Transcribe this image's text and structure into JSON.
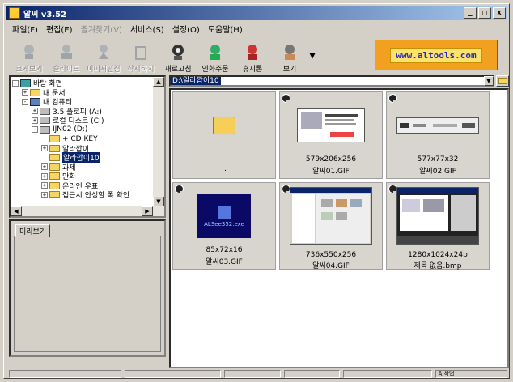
{
  "window": {
    "title": "알씨 v3.52"
  },
  "title_buttons": [
    "_",
    "□",
    "x"
  ],
  "menu": [
    "파일(F)",
    "편집(E)",
    "즐겨찾기(V)",
    "서비스(S)",
    "설정(O)",
    "도움말(H)"
  ],
  "toolbar": [
    {
      "label": "크게보기",
      "enabled": false,
      "icon": "view-large-icon"
    },
    {
      "label": "슬라이드",
      "enabled": false,
      "icon": "slideshow-icon"
    },
    {
      "label": "이미지편집",
      "enabled": false,
      "icon": "edit-icon"
    },
    {
      "label": "삭제하기",
      "enabled": false,
      "icon": "delete-icon"
    },
    {
      "label": "새로고침",
      "enabled": true,
      "icon": "refresh-icon"
    },
    {
      "label": "인화주문",
      "enabled": true,
      "icon": "print-order-icon"
    },
    {
      "label": "휴지통",
      "enabled": true,
      "icon": "trash-icon"
    },
    {
      "label": "보기",
      "enabled": true,
      "icon": "view-icon"
    }
  ],
  "toolbar_more": "▾",
  "banner": {
    "text": "www.altools.com"
  },
  "tree": [
    {
      "label": "바탕 화면",
      "depth": 0,
      "exp": "-",
      "icon": "desktop"
    },
    {
      "label": "내 문서",
      "depth": 1,
      "exp": "+",
      "icon": "folder"
    },
    {
      "label": "내 컴퓨터",
      "depth": 1,
      "exp": "-",
      "icon": "computer"
    },
    {
      "label": "3.5 플로피 (A:)",
      "depth": 2,
      "exp": "+",
      "icon": "drive"
    },
    {
      "label": "로컬 디스크 (C:)",
      "depth": 2,
      "exp": "+",
      "icon": "drive"
    },
    {
      "label": "IJN02 (D:)",
      "depth": 2,
      "exp": "-",
      "icon": "drive"
    },
    {
      "label": "+ CD KEY",
      "depth": 3,
      "exp": "",
      "icon": "folder"
    },
    {
      "label": "알라깝이",
      "depth": 3,
      "exp": "+",
      "icon": "folder"
    },
    {
      "label": "알라깝이10",
      "depth": 3,
      "exp": "",
      "icon": "folder",
      "selected": true
    },
    {
      "label": "과제",
      "depth": 3,
      "exp": "+",
      "icon": "folder"
    },
    {
      "label": "만화",
      "depth": 3,
      "exp": "+",
      "icon": "folder"
    },
    {
      "label": "온라인 우표",
      "depth": 3,
      "exp": "+",
      "icon": "folder"
    },
    {
      "label": "접근시 안성할 폭 확인",
      "depth": 3,
      "exp": "+",
      "icon": "folder"
    }
  ],
  "preview": {
    "tab": "미리보기"
  },
  "address": {
    "path": "D:\\알라깝이10"
  },
  "thumbnails": [
    {
      "kind": "folder",
      "dims": "",
      "name": "..",
      "badge": false
    },
    {
      "kind": "doc",
      "dims": "579x206x256",
      "name": "알씨01.GIF",
      "badge": true
    },
    {
      "kind": "bar",
      "dims": "577x77x32",
      "name": "알씨02.GIF",
      "badge": true
    },
    {
      "kind": "exe",
      "dims": "85x72x16",
      "name": "알씨03.GIF",
      "badge": true,
      "inner": "ALSee352.exe"
    },
    {
      "kind": "screen",
      "dims": "736x550x256",
      "name": "알씨04.GIF",
      "badge": true
    },
    {
      "kind": "screen2",
      "dims": "1280x1024x24b",
      "name": "제목 없음.bmp",
      "badge": true
    }
  ],
  "status": [
    "",
    "",
    "",
    "",
    "",
    "A 작업"
  ],
  "colors": {
    "title_start": "#0a246a",
    "title_end": "#a6caf0",
    "selection": "#0a246a",
    "banner": "#f1a020",
    "banner_text": "#2a2ab4"
  }
}
